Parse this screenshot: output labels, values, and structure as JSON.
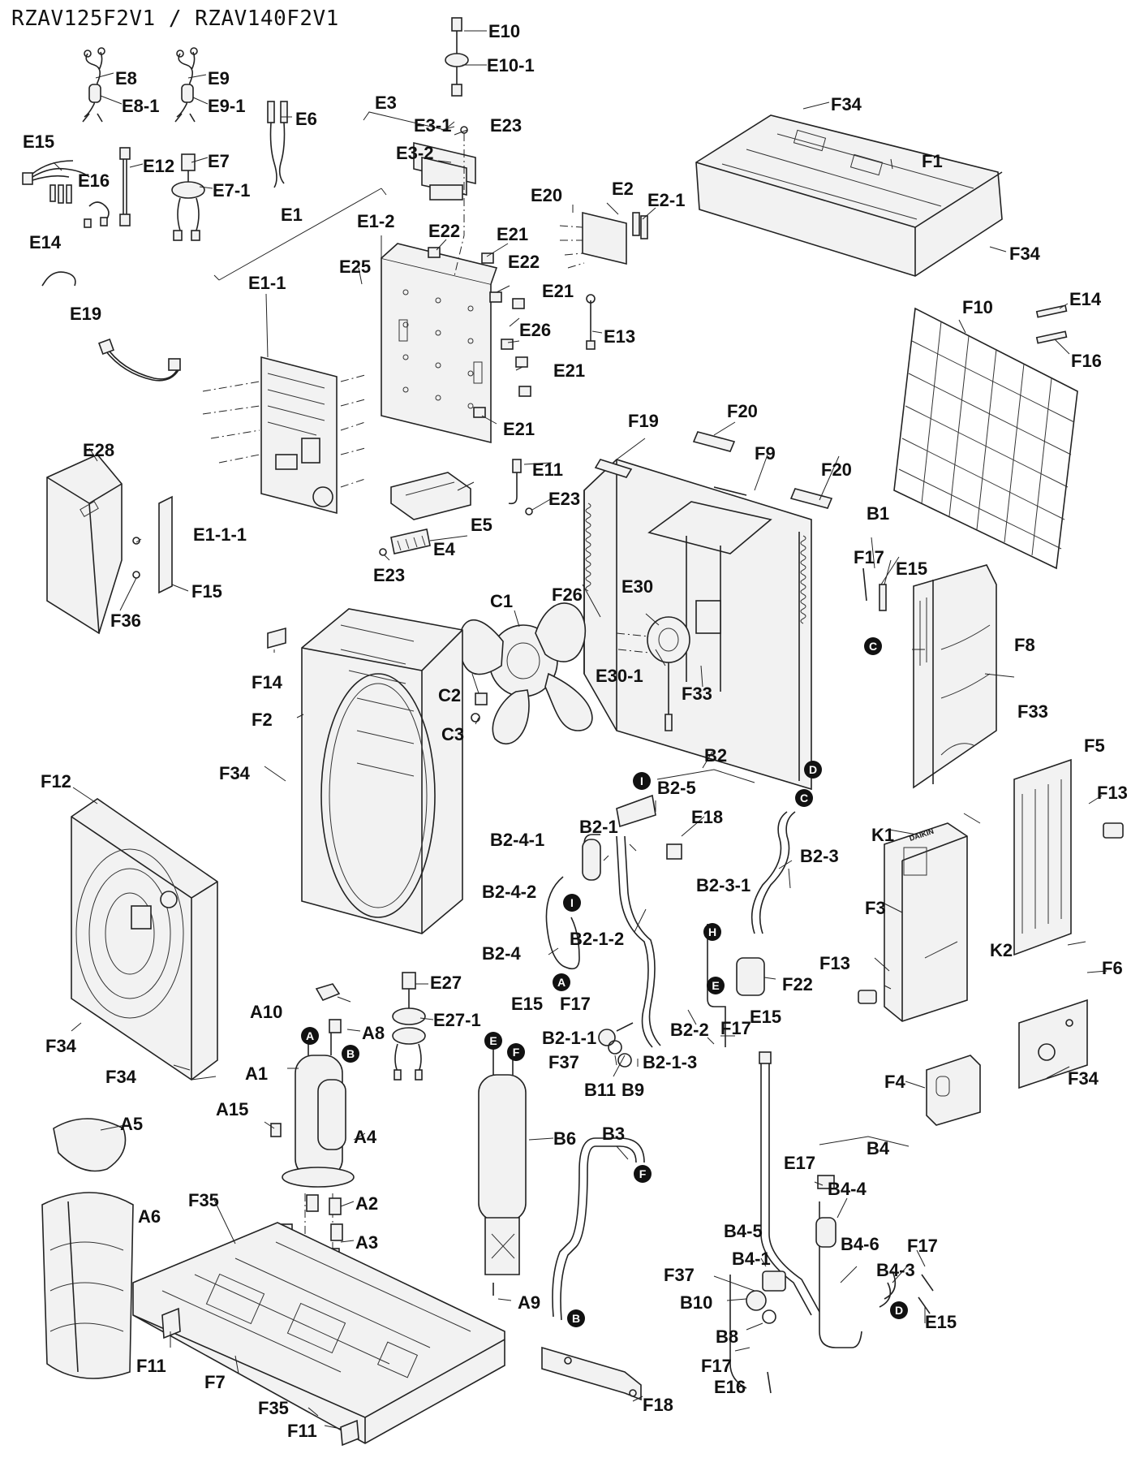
{
  "title": "RZAV125F2V1 / RZAV140F2V1",
  "labels": {
    "E10": "E10",
    "E10_1": "E10-1",
    "E8": "E8",
    "E8_1": "E8-1",
    "E9": "E9",
    "E9_1": "E9-1",
    "E6": "E6",
    "E3": "E3",
    "E3_1": "E3-1",
    "E3_2": "E3-2",
    "E23": "E23",
    "E15": "E15",
    "E16": "E16",
    "E12": "E12",
    "E7": "E7",
    "E7_1": "E7-1",
    "E1": "E1",
    "E14": "E14",
    "E19": "E19",
    "E1_1": "E1-1",
    "E1_2": "E1-2",
    "E25": "E25",
    "E22": "E22",
    "E21": "E21",
    "E20": "E20",
    "E2": "E2",
    "E2_1": "E2-1",
    "E13": "E13",
    "E26": "E26",
    "F34": "F34",
    "F1": "F1",
    "F10": "F10",
    "F16": "F16",
    "E28": "E28",
    "E1_1_1": "E1-1-1",
    "F15": "F15",
    "F36": "F36",
    "E11": "E11",
    "E5": "E5",
    "E4": "E4",
    "F19": "F19",
    "F20": "F20",
    "F9": "F9",
    "B1": "B1",
    "F17": "F17",
    "C1": "C1",
    "F26": "F26",
    "E30": "E30",
    "E30_1": "E30-1",
    "F33": "F33",
    "C2": "C2",
    "C3": "C3",
    "F14": "F14",
    "F2": "F2",
    "F8": "F8",
    "F12": "F12",
    "B2": "B2",
    "B2_5": "B2-5",
    "E18": "E18",
    "B2_1": "B2-1",
    "B2_4_1": "B2-4-1",
    "B2_3": "B2-3",
    "B2_3_1": "B2-3-1",
    "B2_4_2": "B2-4-2",
    "B2_1_2": "B2-1-2",
    "B2_4": "B2-4",
    "F5": "F5",
    "F13": "F13",
    "K1": "K1",
    "F3": "F3",
    "K2": "K2",
    "F6": "F6",
    "E27": "E27",
    "E27_1": "E27-1",
    "A10": "A10",
    "A8": "A8",
    "A1": "A1",
    "A15": "A15",
    "A4": "A4",
    "A5": "A5",
    "F22": "F22",
    "B2_1_1": "B2-1-1",
    "B2_2": "B2-2",
    "B2_1_3": "B2-1-3",
    "F37": "F37",
    "B11": "B11",
    "B9": "B9",
    "F4": "F4",
    "B6": "B6",
    "B3": "B3",
    "A6": "A6",
    "F35": "F35",
    "A2": "A2",
    "A3": "A3",
    "A9": "A9",
    "F11": "F11",
    "F7": "F7",
    "F18": "F18",
    "B4": "B4",
    "E17": "E17",
    "B4_4": "B4-4",
    "B4_5": "B4-5",
    "B4_1": "B4-1",
    "B4_6": "B4-6",
    "B4_3": "B4-3",
    "B10": "B10",
    "B8": "B8",
    "E16b": "E16"
  },
  "connectors": [
    "A",
    "B",
    "C",
    "D",
    "E",
    "F",
    "H",
    "I"
  ],
  "brand_text": "DAIKIN"
}
